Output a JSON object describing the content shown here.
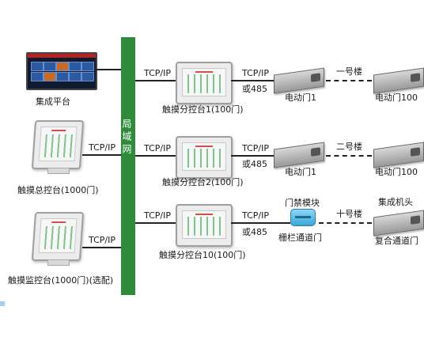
{
  "left": {
    "platform_label": "集成平台",
    "master_label": "触摸总控台(1000门)",
    "monitor_label": "触摸监控台(1000门)(选配)",
    "master_link": "TCP/IP",
    "monitor_link": "TCP/IP"
  },
  "backbone": {
    "label": "局域网"
  },
  "rows": [
    {
      "link_in": "TCP/IP",
      "panel_label": "触摸分控台1(100门)",
      "link_out": "TCP/IP",
      "link_out_alt": "或485",
      "first_label": "电动门1",
      "floor_label": "一号楼",
      "last_label": "电动门100"
    },
    {
      "link_in": "TCP/IP",
      "panel_label": "触摸分控台2(100门)",
      "link_out": "TCP/IP",
      "link_out_alt": "或485",
      "first_label": "电动门1",
      "floor_label": "二号楼",
      "last_label": "电动门100"
    },
    {
      "link_in": "TCP/IP",
      "panel_label": "触摸分控台10(100门)",
      "link_out": "TCP/IP",
      "link_out_alt": "或485",
      "module_label": "门禁模块",
      "first_label": "栅栏通道门",
      "floor_label": "十号楼",
      "last_top_label": "集成机头",
      "last_label": "复合通道门"
    }
  ]
}
